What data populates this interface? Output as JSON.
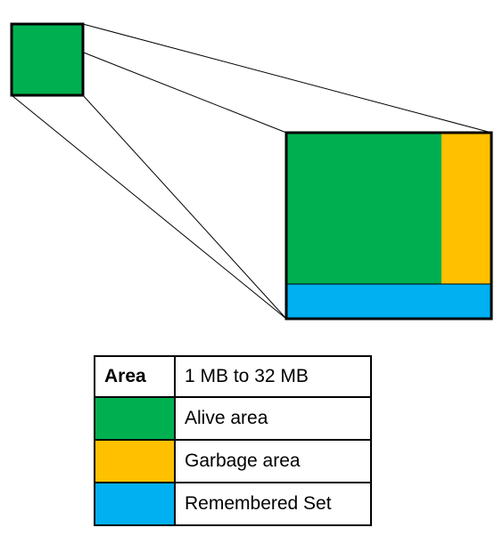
{
  "colors": {
    "alive": "#00b050",
    "garbage": "#ffc000",
    "remembered_set": "#00b0f0",
    "outline": "#000000"
  },
  "legend": {
    "header_key": "Area",
    "header_value": "1 MB to 32 MB",
    "rows": [
      {
        "color_key": "alive",
        "label": "Alive area"
      },
      {
        "color_key": "garbage",
        "label": "Garbage area"
      },
      {
        "color_key": "remembered_set",
        "label": "Remembered Set"
      }
    ]
  }
}
